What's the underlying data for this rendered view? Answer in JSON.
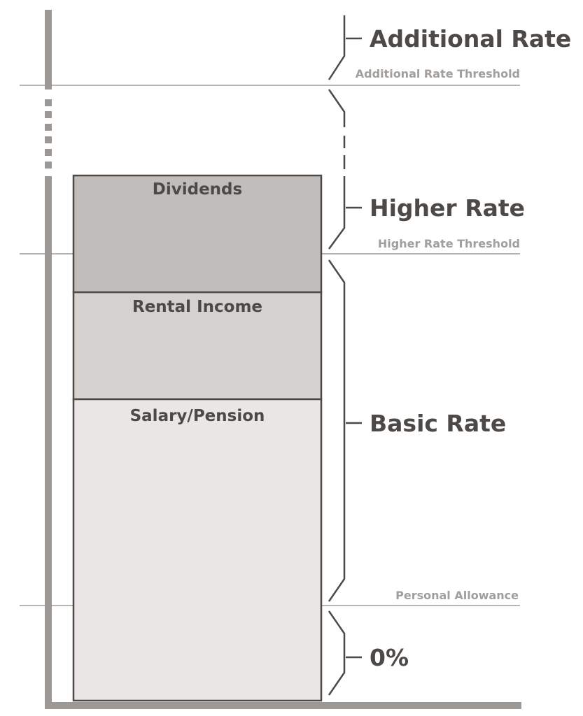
{
  "diagram": {
    "rates": {
      "additional": "Additional Rate",
      "higher": "Higher Rate",
      "basic": "Basic Rate",
      "zero": "0%"
    },
    "thresholds": {
      "additional": "Additional Rate Threshold",
      "higher": "Higher Rate Threshold",
      "personal": "Personal Allowance"
    },
    "income_blocks": {
      "dividends": "Dividends",
      "rental": "Rental Income",
      "salary": "Salary/Pension"
    },
    "colors": {
      "axis": "#9b9896",
      "threshold_line": "#b7b4b2",
      "block_border": "#4d4946",
      "dividends_fill": "#c1bdbb",
      "rental_fill": "#d5d1cf",
      "salary_fill": "#e9e6e5",
      "bracket": "#4d4946",
      "rate_text": "#4d4946",
      "threshold_text": "#a19e9c"
    }
  }
}
